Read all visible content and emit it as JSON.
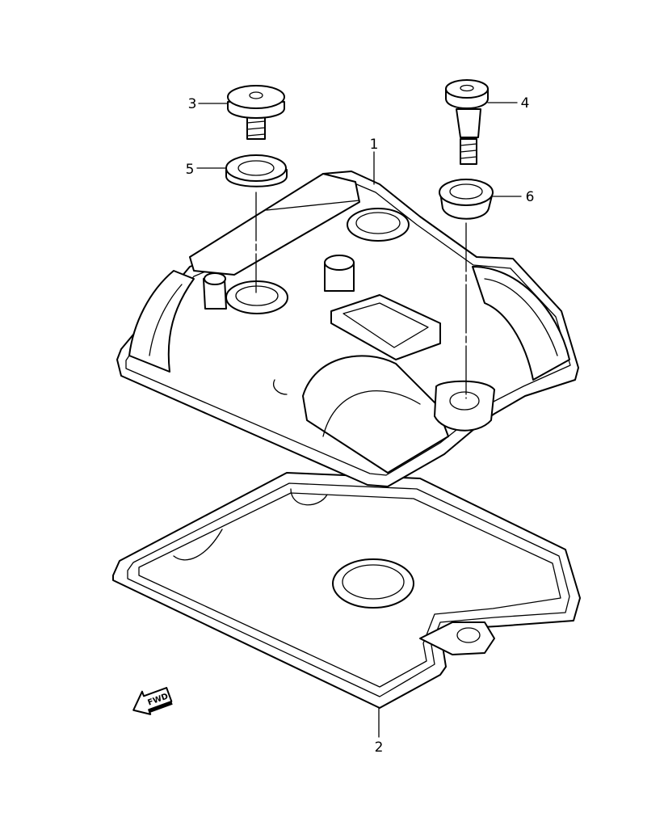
{
  "diagram": {
    "callouts": [
      {
        "id": "1",
        "part": "cylinder-head-cover"
      },
      {
        "id": "2",
        "part": "cover-gasket"
      },
      {
        "id": "3",
        "part": "cover-bolt"
      },
      {
        "id": "4",
        "part": "cover-bolt"
      },
      {
        "id": "5",
        "part": "sealing-washer"
      },
      {
        "id": "6",
        "part": "grommet"
      }
    ],
    "direction_marker": "FWD"
  }
}
